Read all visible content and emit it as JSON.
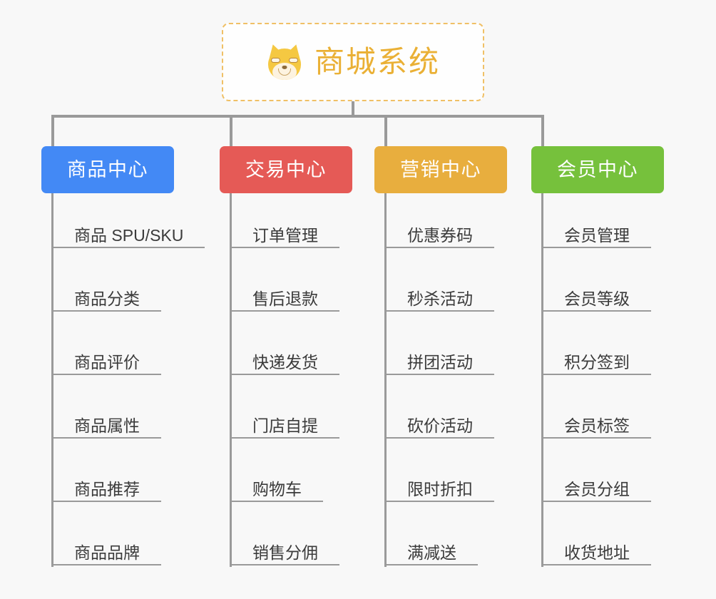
{
  "page": {
    "background_color": "#f8f8f8",
    "connector_color": "#9a9a9a",
    "leaf_text_color": "#3b3b3b"
  },
  "root": {
    "title": "商城系统",
    "icon": "shiba-inu-dog-icon",
    "text_color": "#eab035",
    "border_color": "#f0c066",
    "background_color": "#fefefe"
  },
  "categories": [
    {
      "id": "product-center",
      "label": "商品中心",
      "color": "#4389f5",
      "items": [
        "商品 SPU/SKU",
        "商品分类",
        "商品评价",
        "商品属性",
        "商品推荐",
        "商品品牌"
      ]
    },
    {
      "id": "trade-center",
      "label": "交易中心",
      "color": "#e55a56",
      "items": [
        "订单管理",
        "售后退款",
        "快递发货",
        "门店自提",
        "购物车",
        "销售分佣"
      ]
    },
    {
      "id": "marketing-center",
      "label": "营销中心",
      "color": "#e8ae3e",
      "items": [
        "优惠券码",
        "秒杀活动",
        "拼团活动",
        "砍价活动",
        "限时折扣",
        "满减送"
      ]
    },
    {
      "id": "member-center",
      "label": "会员中心",
      "color": "#76c13c",
      "items": [
        "会员管理",
        "会员等级",
        "积分签到",
        "会员标签",
        "会员分组",
        "收货地址"
      ]
    }
  ]
}
